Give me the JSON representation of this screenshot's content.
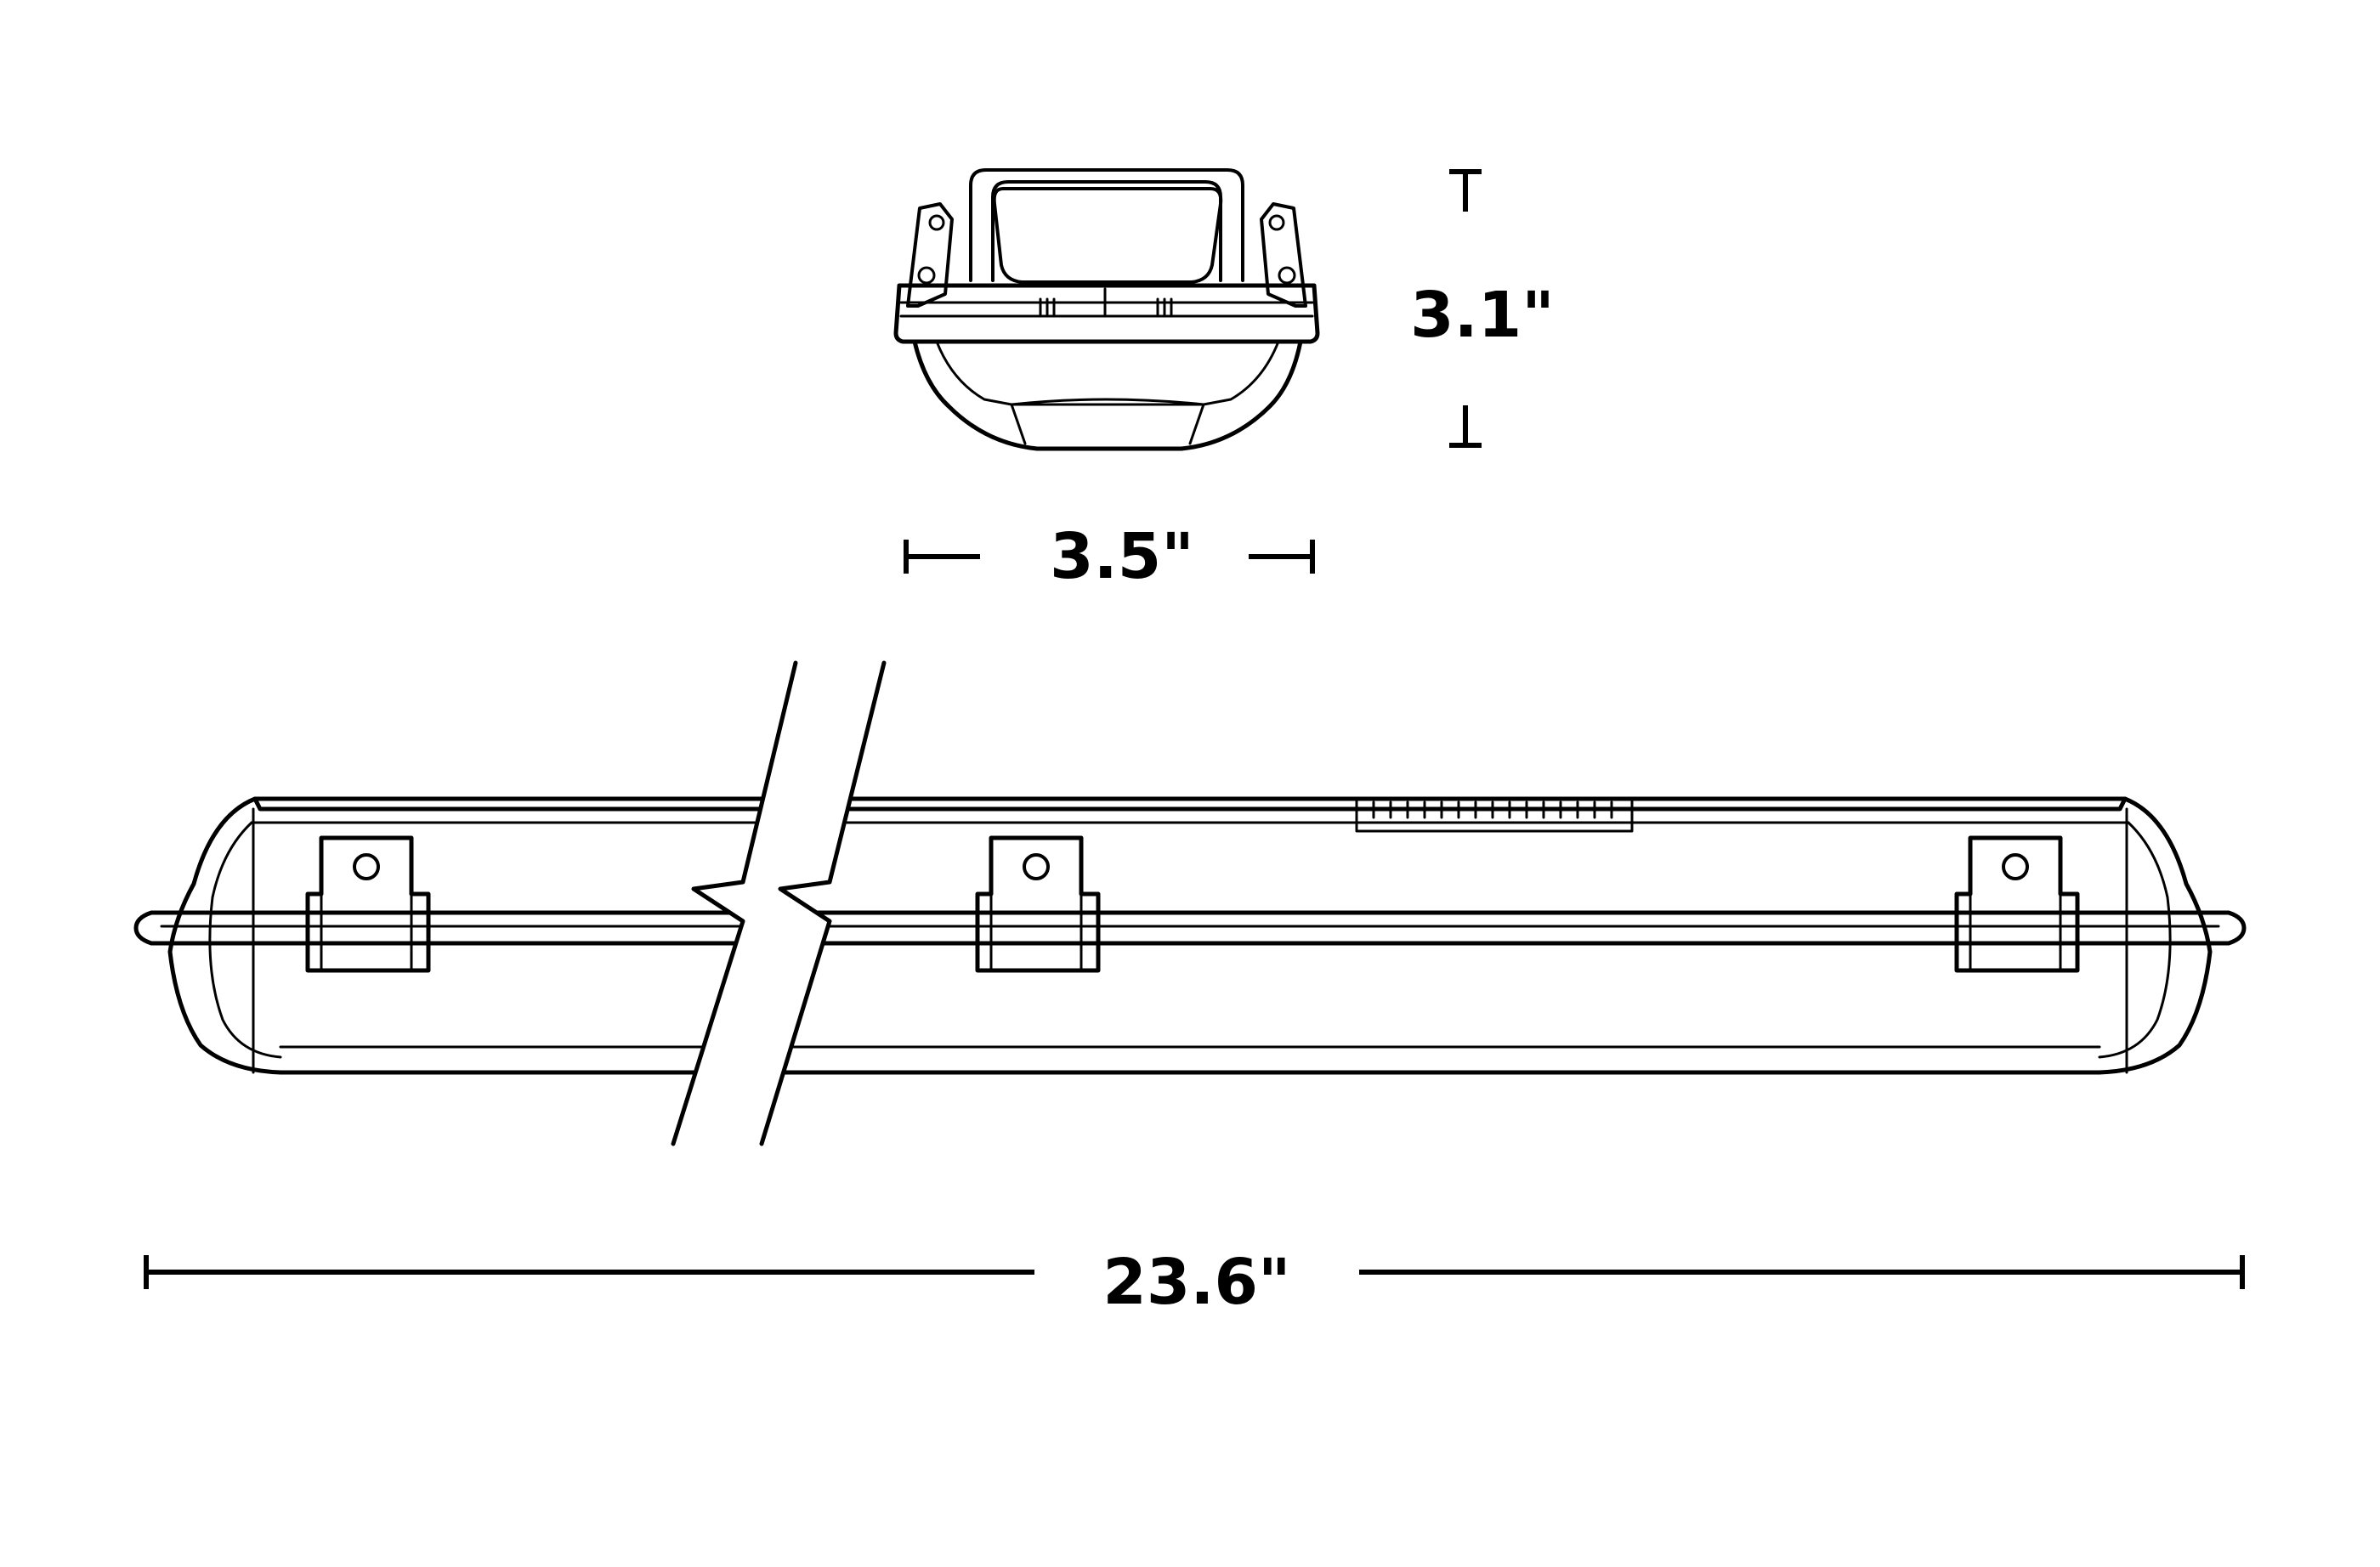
{
  "dimensions": {
    "height": "3.1\"",
    "width": "3.5\"",
    "length": "23.6\""
  },
  "colors": {
    "line": "#000000",
    "background": "#ffffff"
  }
}
